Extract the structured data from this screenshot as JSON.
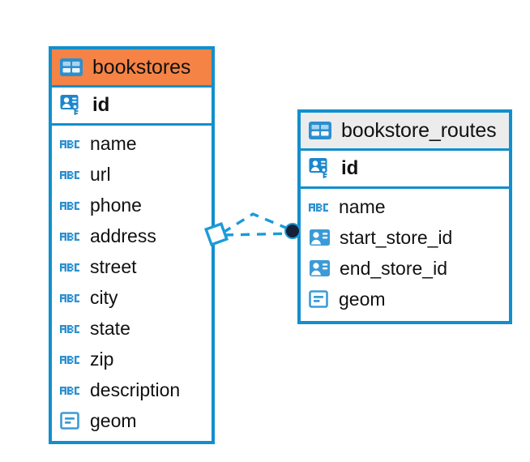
{
  "diagram": {
    "type": "entity-relationship-diagram",
    "background_color": "#FFFFFF",
    "accent_color": "#128FCC",
    "header_highlight_color": "#F58345",
    "header_neutral_color": "#ECECEC",
    "relationship_line_color": "#1B9BD8",
    "relationship_endpoint_color": "#15213B"
  },
  "entities": [
    {
      "name": "bookstores",
      "header_style": "accent",
      "header_icon": "table-icon",
      "key_field": {
        "label": "id",
        "icon": "primary-key-icon"
      },
      "fields": [
        {
          "label": "name",
          "icon": "text-abc-icon"
        },
        {
          "label": "url",
          "icon": "text-abc-icon"
        },
        {
          "label": "phone",
          "icon": "text-abc-icon"
        },
        {
          "label": "address",
          "icon": "text-abc-icon"
        },
        {
          "label": "street",
          "icon": "text-abc-icon"
        },
        {
          "label": "city",
          "icon": "text-abc-icon"
        },
        {
          "label": "state",
          "icon": "text-abc-icon"
        },
        {
          "label": "zip",
          "icon": "text-abc-icon"
        },
        {
          "label": "description",
          "icon": "text-abc-icon"
        },
        {
          "label": "geom",
          "icon": "geometry-icon"
        }
      ]
    },
    {
      "name": "bookstore_routes",
      "header_style": "neutral",
      "header_icon": "table-icon",
      "key_field": {
        "label": "id",
        "icon": "primary-key-icon"
      },
      "fields": [
        {
          "label": "name",
          "icon": "text-abc-icon"
        },
        {
          "label": "start_store_id",
          "icon": "foreign-key-icon"
        },
        {
          "label": "end_store_id",
          "icon": "foreign-key-icon"
        },
        {
          "label": "geom",
          "icon": "geometry-icon"
        }
      ]
    }
  ],
  "relationship": {
    "from_entity": "bookstores",
    "to_entity": "bookstore_routes",
    "from_marker": "diamond-outline-marker",
    "to_marker": "filled-circle-marker",
    "line_style": "dashed"
  }
}
